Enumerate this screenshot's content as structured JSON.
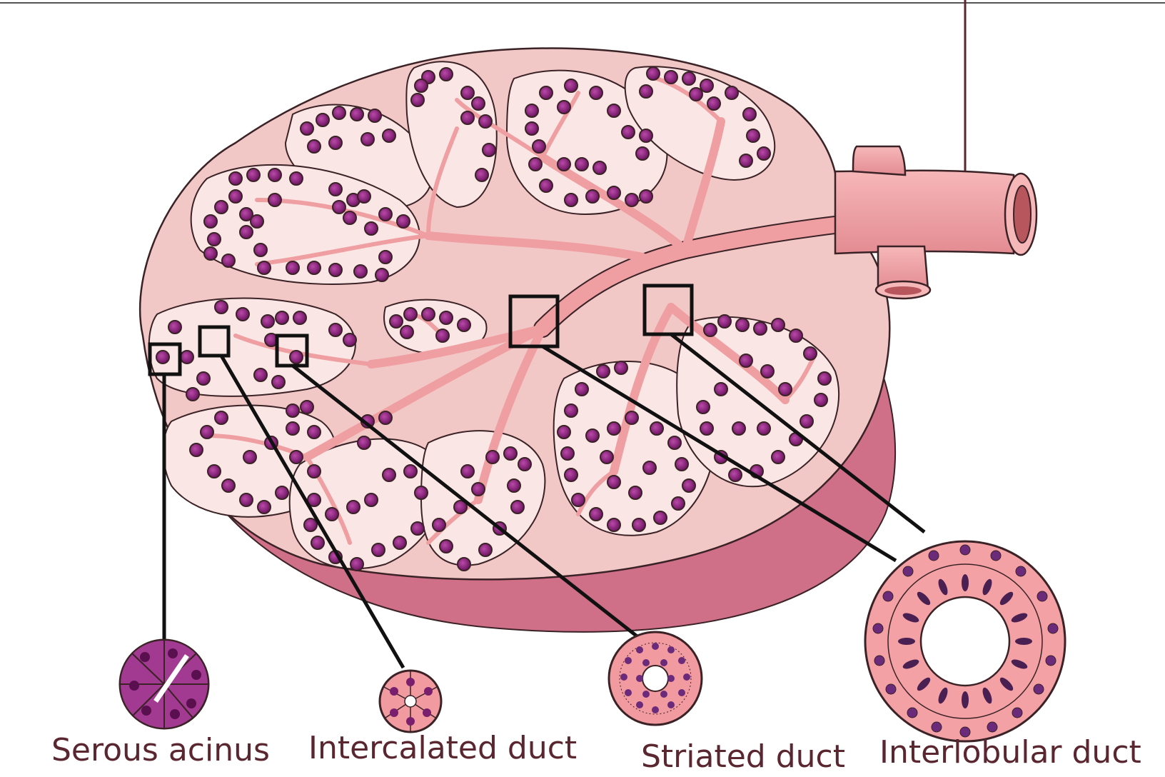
{
  "labels": {
    "serous_acinus": "Serous acinus",
    "intercalated_duct": "Intercalated duct",
    "striated_duct": "Striated duct",
    "interlobular_duct": "Interlobular duct"
  },
  "colors": {
    "lobe_fill": "#f2c8c6",
    "lobule_fill": "#fae6e4",
    "duct": "#ef9ea2",
    "acinus": "#8a1f7a",
    "shadow": "#c45a78",
    "outline": "#3a2226",
    "label_text": "#5a2630",
    "pointer_line": "#5a2630"
  }
}
